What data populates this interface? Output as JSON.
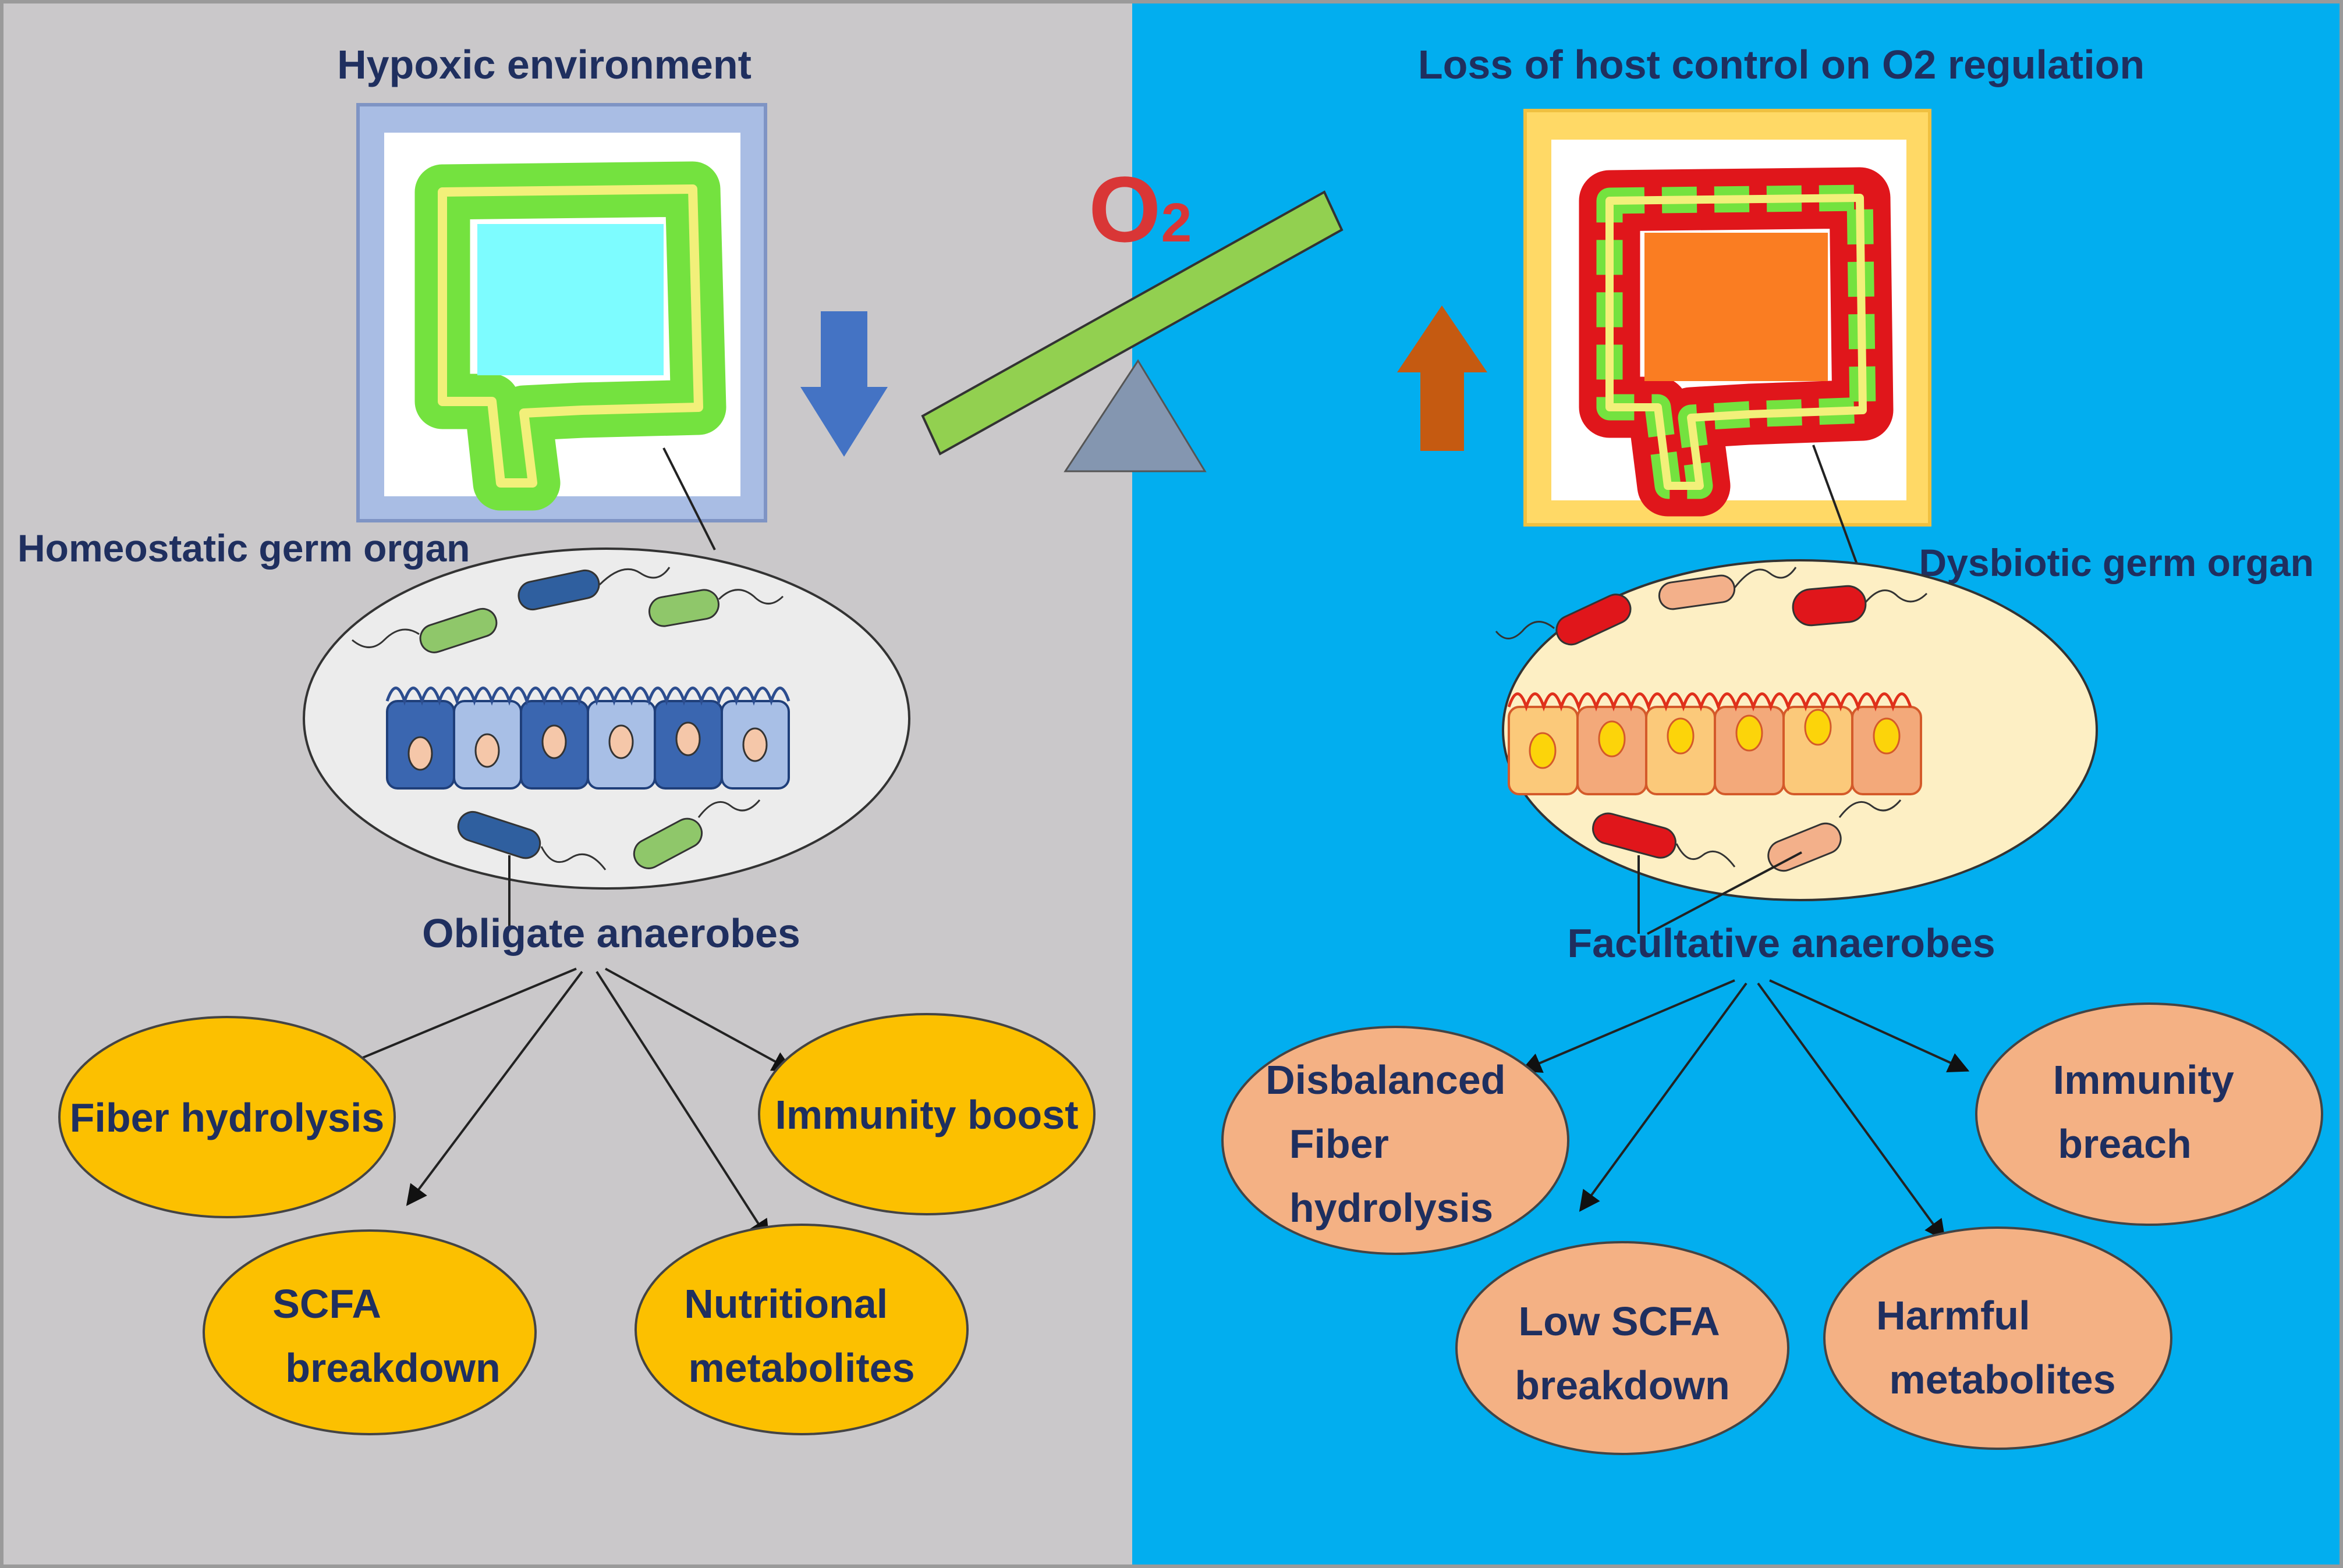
{
  "colors": {
    "left_panel_bg": "#cac8ca",
    "right_panel_bg": "#02aeef",
    "healthy_oval": "#fcc000",
    "dysbiotic_oval": "#f4b184",
    "gut_healthy_lumen": "#7dfcff",
    "gut_dysbiotic_lumen": "#fa7d22",
    "gut_wall_green": "#74e23f",
    "gut_wall_red": "#e0161b",
    "arrow_down": "#4473c4",
    "arrow_up": "#c55a11",
    "seesaw_board": "#92d050",
    "fulcrum": "#8496b0",
    "label_text": "#1f2f5f"
  },
  "left": {
    "title": "Hypoxic environment",
    "organ_label": "Homeostatic germ organ",
    "bacteria_label": "Obligate anaerobes",
    "outcomes": [
      {
        "lines": [
          "Fiber hydrolysis"
        ]
      },
      {
        "lines": [
          "Immunity boost"
        ]
      },
      {
        "lines": [
          "SCFA",
          "breakdown"
        ]
      },
      {
        "lines": [
          "Nutritional",
          "metabolites"
        ]
      }
    ]
  },
  "right": {
    "title": "Loss of host control on O2 regulation",
    "organ_label": "Dysbiotic germ organ",
    "bacteria_label": "Facultative anaerobes",
    "outcomes": [
      {
        "lines": [
          "Disbalanced",
          "Fiber",
          "hydrolysis"
        ]
      },
      {
        "lines": [
          "Immunity",
          "breach"
        ]
      },
      {
        "lines": [
          "Low SCFA",
          "breakdown"
        ]
      },
      {
        "lines": [
          "Harmful",
          "metabolites"
        ]
      }
    ]
  },
  "center": {
    "o2_symbol": "O",
    "o2_subscript": "2",
    "left_arrow_icon": "down-arrow-icon",
    "right_arrow_icon": "up-arrow-icon"
  }
}
